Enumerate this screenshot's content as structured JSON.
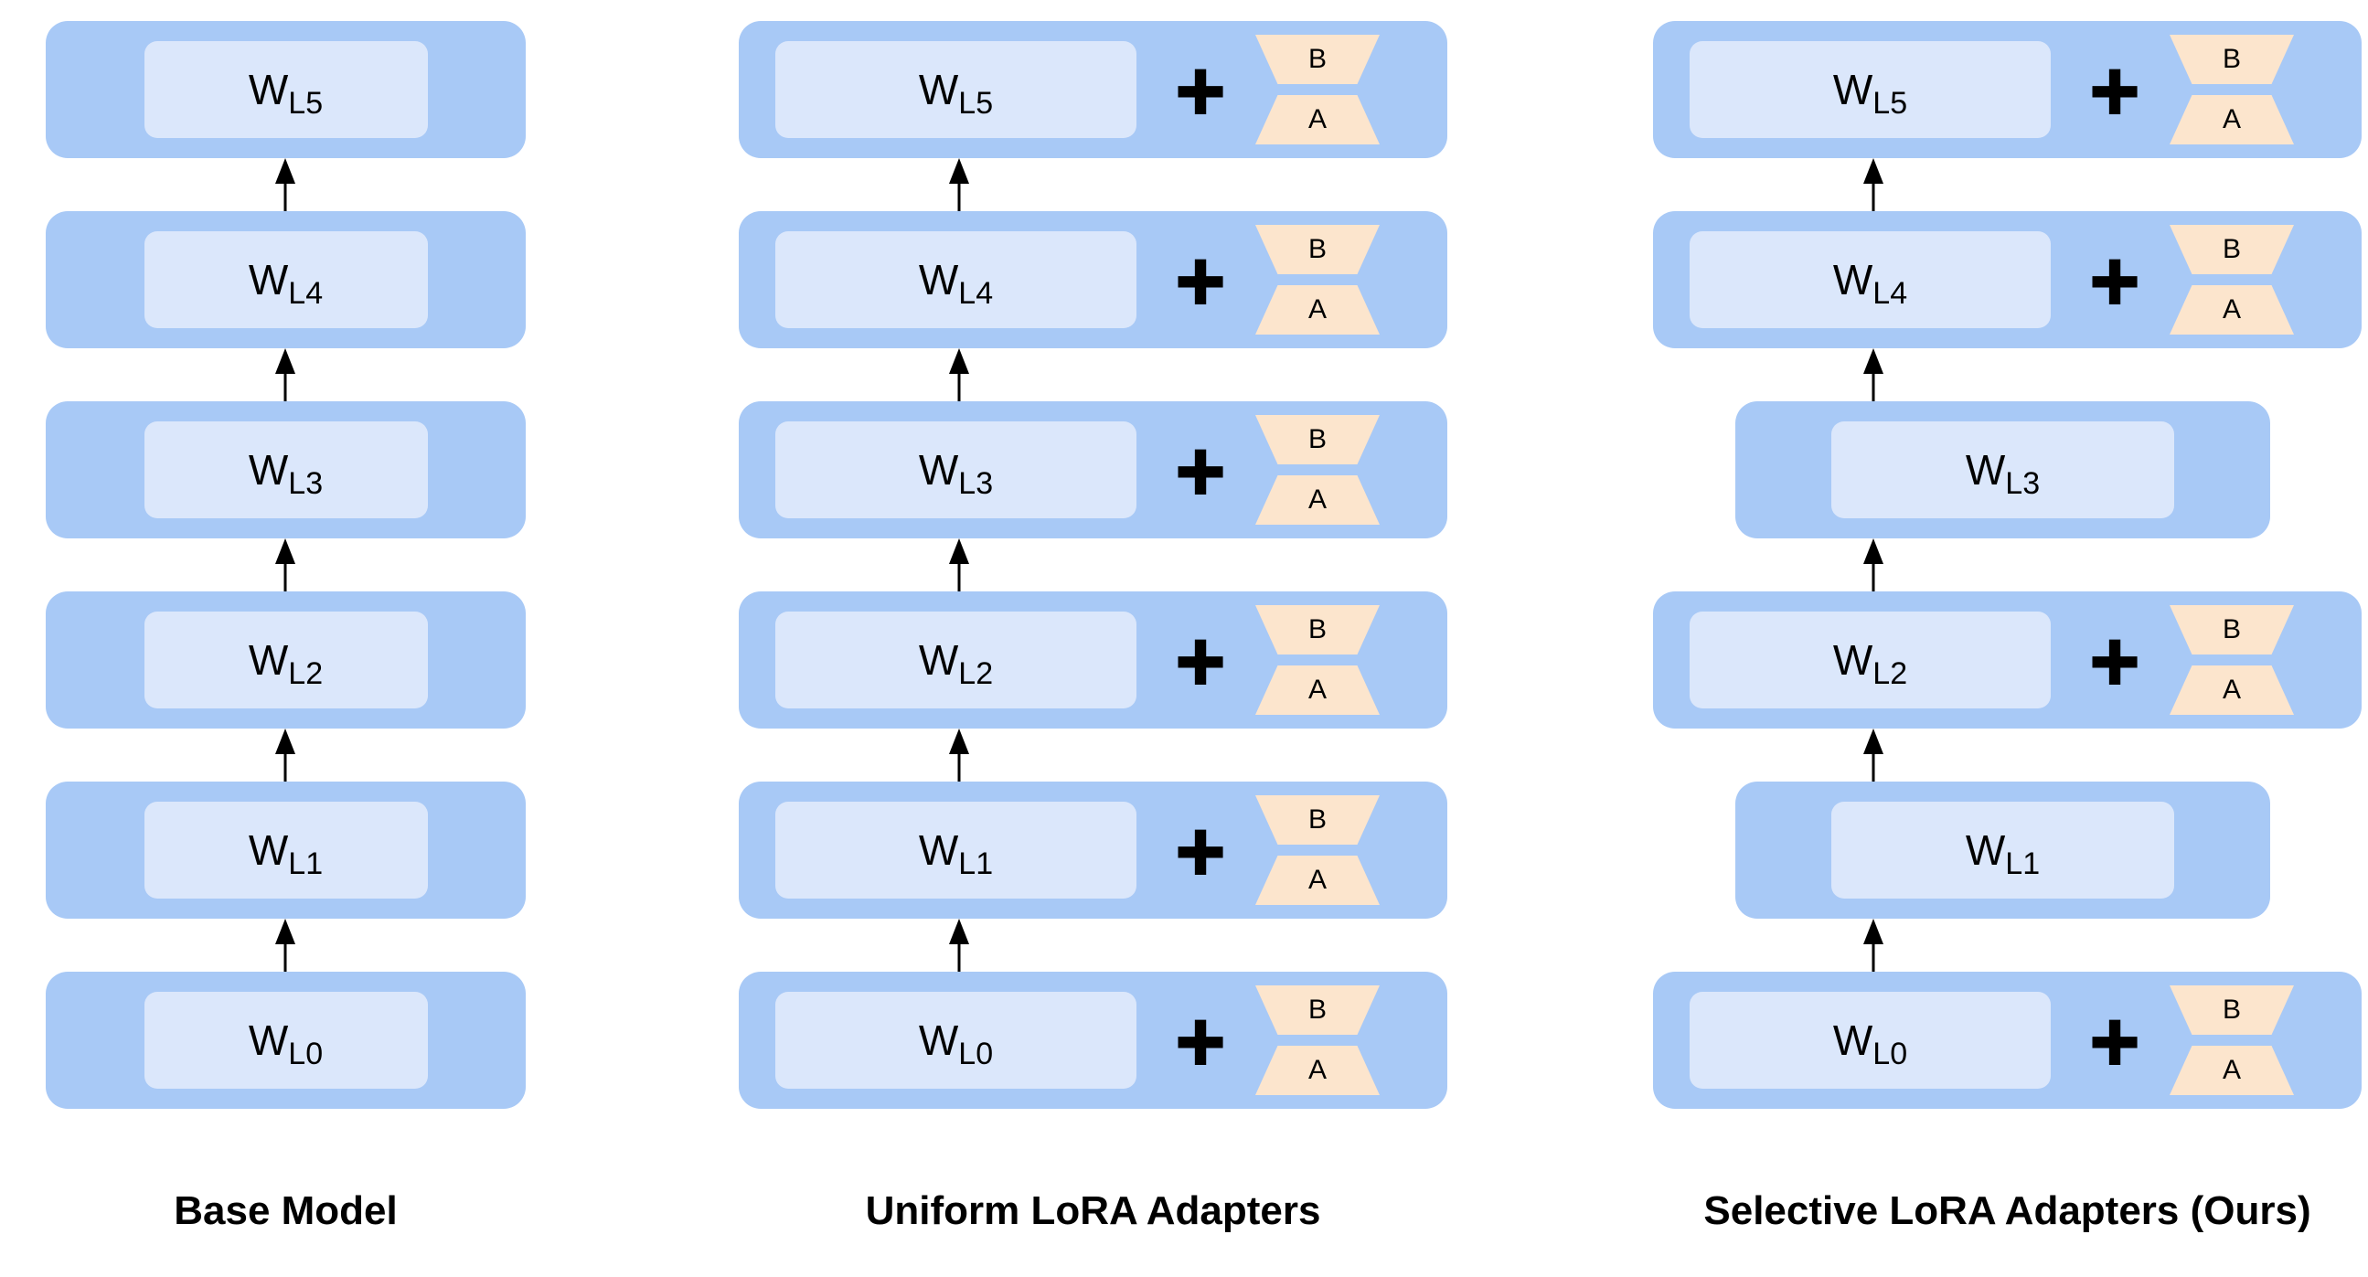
{
  "columns": [
    {
      "caption": "Base Model",
      "layers": [
        {
          "name": "W",
          "sub": "L5",
          "has_adapter": false
        },
        {
          "name": "W",
          "sub": "L4",
          "has_adapter": false
        },
        {
          "name": "W",
          "sub": "L3",
          "has_adapter": false
        },
        {
          "name": "W",
          "sub": "L2",
          "has_adapter": false
        },
        {
          "name": "W",
          "sub": "L1",
          "has_adapter": false
        },
        {
          "name": "W",
          "sub": "L0",
          "has_adapter": false
        }
      ]
    },
    {
      "caption": "Uniform LoRA Adapters",
      "layers": [
        {
          "name": "W",
          "sub": "L5",
          "has_adapter": true
        },
        {
          "name": "W",
          "sub": "L4",
          "has_adapter": true
        },
        {
          "name": "W",
          "sub": "L3",
          "has_adapter": true
        },
        {
          "name": "W",
          "sub": "L2",
          "has_adapter": true
        },
        {
          "name": "W",
          "sub": "L1",
          "has_adapter": true
        },
        {
          "name": "W",
          "sub": "L0",
          "has_adapter": true
        }
      ]
    },
    {
      "caption": "Selective LoRA Adapters (Ours)",
      "layers": [
        {
          "name": "W",
          "sub": "L5",
          "has_adapter": true
        },
        {
          "name": "W",
          "sub": "L4",
          "has_adapter": true
        },
        {
          "name": "W",
          "sub": "L3",
          "has_adapter": false
        },
        {
          "name": "W",
          "sub": "L2",
          "has_adapter": true
        },
        {
          "name": "W",
          "sub": "L1",
          "has_adapter": false
        },
        {
          "name": "W",
          "sub": "L0",
          "has_adapter": true
        }
      ]
    }
  ],
  "adapter_labels": {
    "b": "B",
    "a": "A"
  },
  "icons": {
    "plus": "+",
    "arrow_up": "↑"
  },
  "colors": {
    "block": "#a8c9f6",
    "inner": "#dbe7fb",
    "adapter": "#fce5cd",
    "text": "#000000",
    "background": "#ffffff"
  }
}
